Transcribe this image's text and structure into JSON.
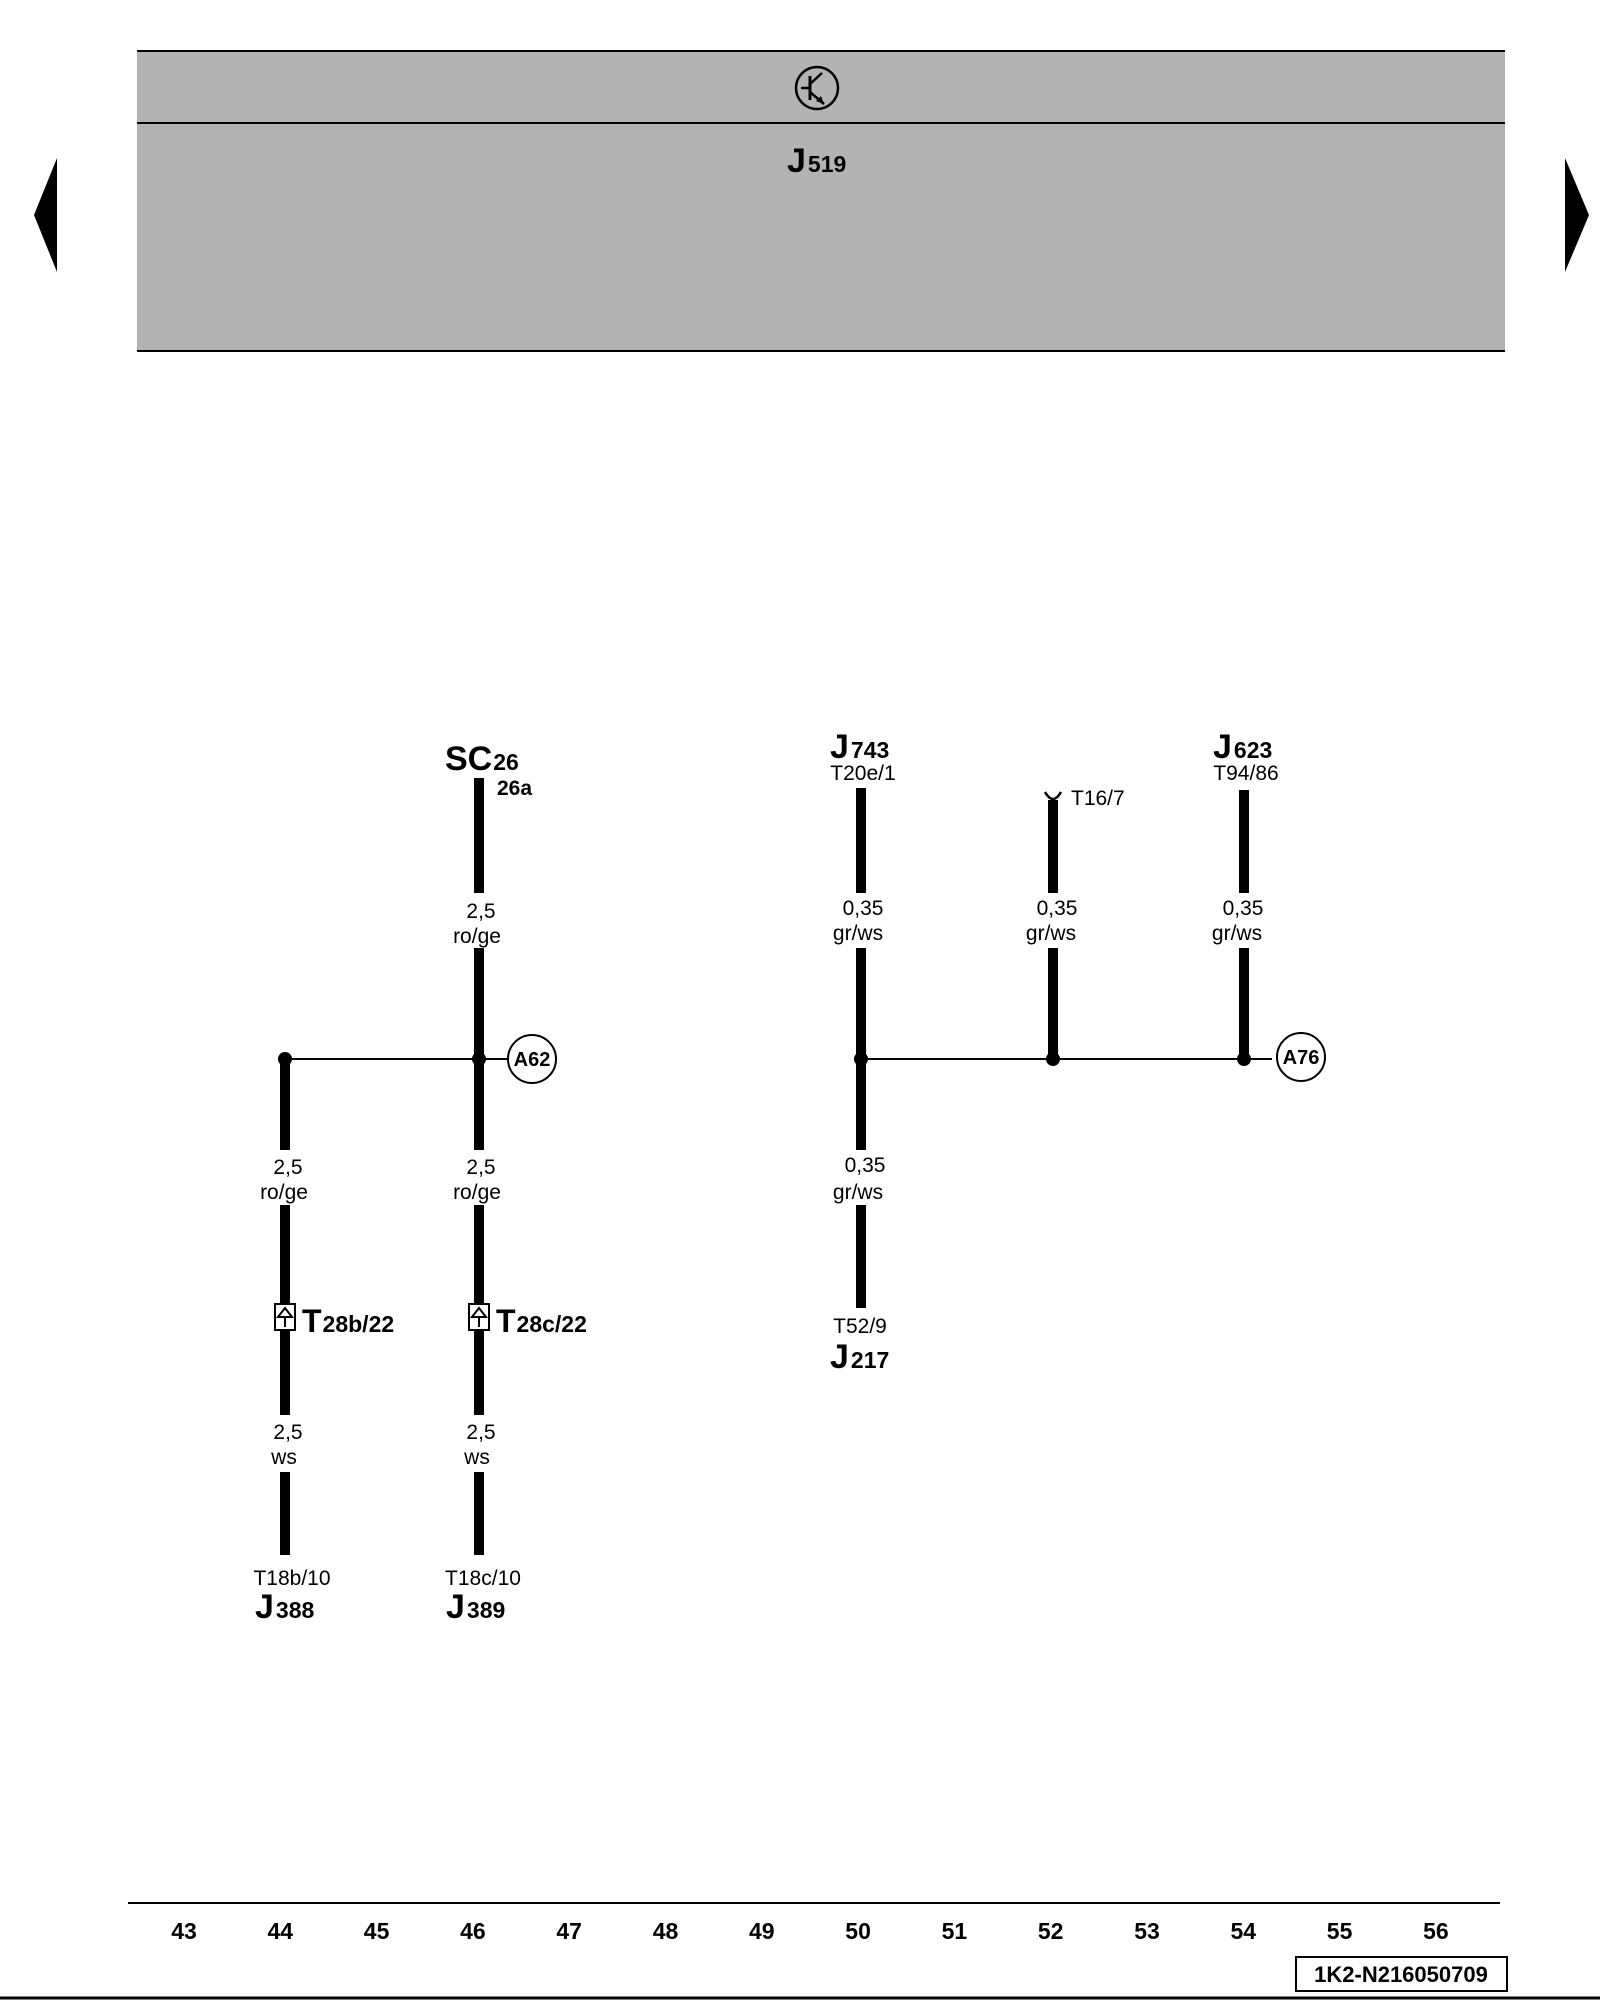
{
  "header": {
    "component": {
      "letter": "J",
      "number": "519"
    },
    "icon": "transistor-symbol-icon"
  },
  "nav": {
    "prev_icon": "triangle-left-icon",
    "next_icon": "triangle-right-icon"
  },
  "labels": {
    "sc": {
      "letter": "SC",
      "number": "26",
      "pin": "26a"
    },
    "j743": {
      "letter": "J",
      "number": "743",
      "pin": "T20e/1"
    },
    "t16": {
      "pin": "T16/7"
    },
    "j623": {
      "letter": "J",
      "number": "623",
      "pin": "T94/86"
    },
    "j217": {
      "letter": "J",
      "number": "217",
      "pin": "T52/9"
    },
    "j388": {
      "letter": "J",
      "number": "388",
      "pin": "T18b/10"
    },
    "j389": {
      "letter": "J",
      "number": "389",
      "pin": "T18c/10"
    },
    "t28b": {
      "letter": "T",
      "number": "28b/22"
    },
    "t28c": {
      "letter": "T",
      "number": "28c/22"
    },
    "a62": "A62",
    "a76": "A76"
  },
  "wires": {
    "sc_top": {
      "size": "2,5",
      "color": "ro/ge"
    },
    "left_mid": {
      "size": "2,5",
      "color": "ro/ge"
    },
    "center_mid": {
      "size": "2,5",
      "color": "ro/ge"
    },
    "left_low": {
      "size": "2,5",
      "color": "ws"
    },
    "center_low": {
      "size": "2,5",
      "color": "ws"
    },
    "j743_top": {
      "size": "0,35",
      "color": "gr/ws"
    },
    "t16_top": {
      "size": "0,35",
      "color": "gr/ws"
    },
    "j623_top": {
      "size": "0,35",
      "color": "gr/ws"
    },
    "j217_low": {
      "size": "0,35",
      "color": "gr/ws"
    }
  },
  "tracks": [
    "43",
    "44",
    "45",
    "46",
    "47",
    "48",
    "49",
    "50",
    "51",
    "52",
    "53",
    "54",
    "55",
    "56"
  ],
  "footer": {
    "doc_id": "1K2-N216050709"
  }
}
